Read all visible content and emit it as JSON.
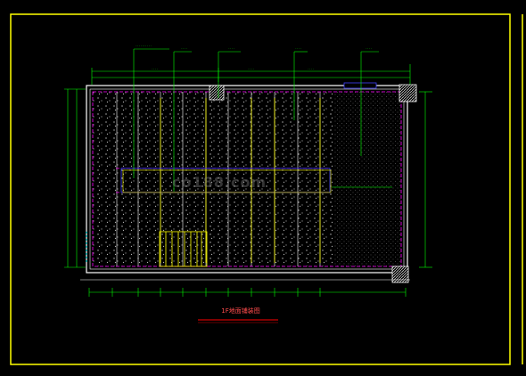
{
  "drawing": {
    "title": "1F地面铺装图",
    "watermark": "co188.com"
  },
  "colors": {
    "background": "#000000",
    "frame": "#ffff00",
    "walls": "#ffffff",
    "dimension": "#00ff00",
    "callout": "#00ff00",
    "boundary": "#ff00ff",
    "title_line": "#ff0000",
    "grid": "#0000ff",
    "stair": "#ffff00",
    "column": "#b0b0b0"
  },
  "icons": [
    "column-hatch",
    "floor-stone-hatch",
    "carpet-dot-hatch",
    "stair-treads"
  ]
}
